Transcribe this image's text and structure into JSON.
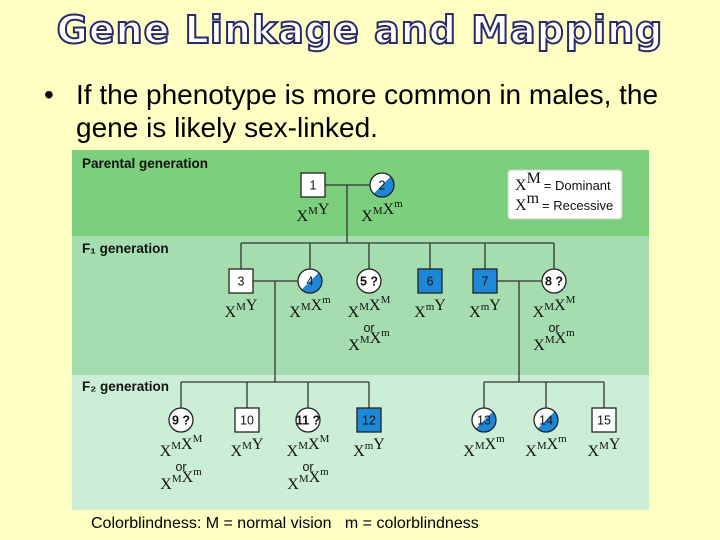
{
  "title": "Gene Linkage and Mapping",
  "bullet": "If the phenotype is more common in males, the gene is likely sex-linked.",
  "caption": "Colorblindness: M = normal vision   m = colorblindness",
  "pedigree": {
    "bands": [
      {
        "label": "Parental generation",
        "color": "#7ccf7c"
      },
      {
        "label": "F₁ generation",
        "color": "#a6ddb0"
      },
      {
        "label": "F₂ generation",
        "color": "#cdeed6"
      }
    ],
    "legend": {
      "rows": [
        {
          "symbol_base": "X",
          "symbol_sup": "M",
          "meaning": "= Dominant"
        },
        {
          "symbol_base": "X",
          "symbol_sup": "m",
          "meaning": "= Recessive"
        }
      ]
    },
    "individuals": [
      {
        "id": "1",
        "sex": "male",
        "fill": "white",
        "genotype": [
          {
            "b": "X",
            "s": "M"
          },
          {
            "b": "Y",
            "s": ""
          }
        ]
      },
      {
        "id": "2",
        "sex": "female",
        "fill": "half",
        "genotype": [
          {
            "b": "X",
            "s": "M"
          },
          {
            "b": "X",
            "s": "m"
          }
        ]
      },
      {
        "id": "3",
        "sex": "male",
        "fill": "white",
        "genotype": [
          {
            "b": "X",
            "s": "M"
          },
          {
            "b": "Y",
            "s": ""
          }
        ]
      },
      {
        "id": "4",
        "sex": "female",
        "fill": "half",
        "genotype": [
          {
            "b": "X",
            "s": "M"
          },
          {
            "b": "X",
            "s": "m"
          }
        ]
      },
      {
        "id": "5 ?",
        "sex": "female",
        "fill": "white",
        "genotype": [
          {
            "b": "X",
            "s": "M"
          },
          {
            "b": "X",
            "s": "M"
          }
        ],
        "alt_genotype": [
          {
            "b": "X",
            "s": "M"
          },
          {
            "b": "X",
            "s": "m"
          }
        ],
        "or": "or"
      },
      {
        "id": "6",
        "sex": "male",
        "fill": "blue",
        "genotype": [
          {
            "b": "X",
            "s": "m"
          },
          {
            "b": "Y",
            "s": ""
          }
        ]
      },
      {
        "id": "7",
        "sex": "male",
        "fill": "blue",
        "genotype": [
          {
            "b": "X",
            "s": "m"
          },
          {
            "b": "Y",
            "s": ""
          }
        ]
      },
      {
        "id": "8 ?",
        "sex": "female",
        "fill": "white",
        "genotype": [
          {
            "b": "X",
            "s": "M"
          },
          {
            "b": "X",
            "s": "M"
          }
        ],
        "alt_genotype": [
          {
            "b": "X",
            "s": "M"
          },
          {
            "b": "X",
            "s": "m"
          }
        ],
        "or": "or"
      },
      {
        "id": "9 ?",
        "sex": "female",
        "fill": "white",
        "genotype": [
          {
            "b": "X",
            "s": "M"
          },
          {
            "b": "X",
            "s": "M"
          }
        ],
        "alt_genotype": [
          {
            "b": "X",
            "s": "M"
          },
          {
            "b": "X",
            "s": "m"
          }
        ],
        "or": "or"
      },
      {
        "id": "10",
        "sex": "male",
        "fill": "white",
        "genotype": [
          {
            "b": "X",
            "s": "M"
          },
          {
            "b": "Y",
            "s": ""
          }
        ]
      },
      {
        "id": "11 ?",
        "sex": "female",
        "fill": "white",
        "genotype": [
          {
            "b": "X",
            "s": "M"
          },
          {
            "b": "X",
            "s": "M"
          }
        ],
        "alt_genotype": [
          {
            "b": "X",
            "s": "M"
          },
          {
            "b": "X",
            "s": "m"
          }
        ],
        "or": "or"
      },
      {
        "id": "12",
        "sex": "male",
        "fill": "blue",
        "genotype": [
          {
            "b": "X",
            "s": "m"
          },
          {
            "b": "Y",
            "s": ""
          }
        ]
      },
      {
        "id": "13",
        "sex": "female",
        "fill": "half",
        "genotype": [
          {
            "b": "X",
            "s": "M"
          },
          {
            "b": "X",
            "s": "m"
          }
        ]
      },
      {
        "id": "14",
        "sex": "female",
        "fill": "half",
        "genotype": [
          {
            "b": "X",
            "s": "M"
          },
          {
            "b": "X",
            "s": "m"
          }
        ]
      },
      {
        "id": "15",
        "sex": "male",
        "fill": "white",
        "genotype": [
          {
            "b": "X",
            "s": "M"
          },
          {
            "b": "Y",
            "s": ""
          }
        ]
      }
    ],
    "colors": {
      "affected": "#1e88d8",
      "line": "#333333",
      "box_stroke": "#222222"
    }
  }
}
